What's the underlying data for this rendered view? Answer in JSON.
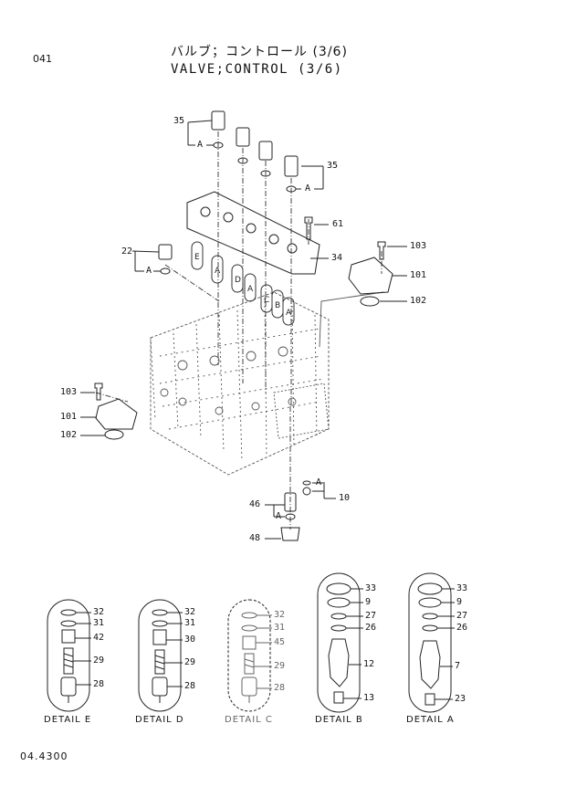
{
  "header": {
    "page_number": "041",
    "title_jp": "バルブ；コントロール (3/6)",
    "title_en": "VALVE;CONTROL (3/6)"
  },
  "footer": {
    "doc_code": "04.4300"
  },
  "callouts": {
    "c35a": "35",
    "c35b": "35",
    "c61": "61",
    "c22": "22",
    "c34": "34",
    "c103a": "103",
    "c101a": "101",
    "c102a": "102",
    "c103b": "103",
    "c101b": "101",
    "c102b": "102",
    "c10": "10",
    "c46": "46",
    "c48": "48",
    "refA1": "A",
    "refA2": "A",
    "refA3": "A",
    "refA4": "A",
    "refA5": "A"
  },
  "details": {
    "E": {
      "label": "DETAIL E",
      "parts": [
        "32",
        "31",
        "42",
        "29",
        "28"
      ]
    },
    "D": {
      "label": "DETAIL D",
      "parts": [
        "32",
        "31",
        "30",
        "29",
        "28"
      ]
    },
    "C": {
      "label": "DETAIL C",
      "parts": [
        "32",
        "31",
        "45",
        "29",
        "28"
      ]
    },
    "B": {
      "label": "DETAIL B",
      "parts": [
        "33",
        "9",
        "27",
        "26",
        "12",
        "13"
      ]
    },
    "A": {
      "label": "DETAIL A",
      "parts": [
        "33",
        "9",
        "27",
        "26",
        "7",
        "23"
      ]
    }
  }
}
